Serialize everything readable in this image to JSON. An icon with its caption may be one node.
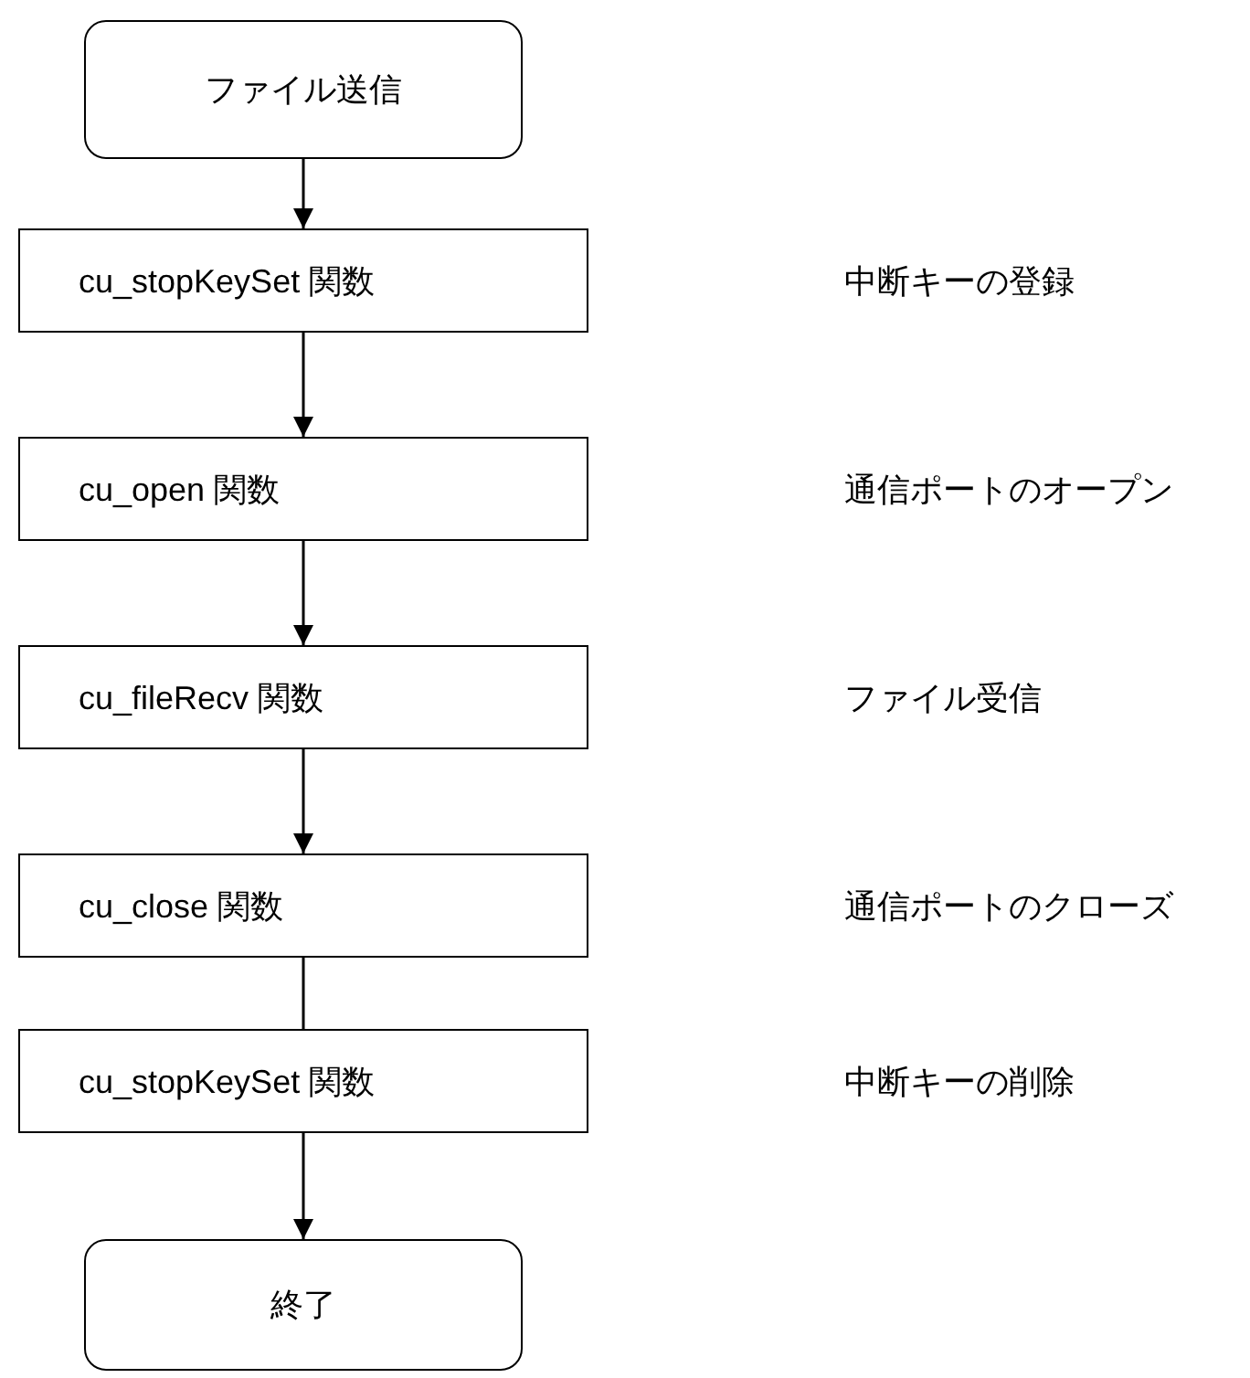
{
  "diagram": {
    "nodes": [
      {
        "text": [
          "ファイル送信"
        ]
      },
      {
        "text": [
          "cu_stopKeySet 関数"
        ]
      },
      {
        "text": [
          "cu_open 関数"
        ]
      },
      {
        "text": [
          "cu_fileRecv 関数"
        ]
      },
      {
        "text": [
          "cu_close 関数"
        ]
      },
      {
        "text": [
          "cu_stopKeySet 関数"
        ]
      },
      {
        "text": [
          "終了"
        ]
      }
    ],
    "edges": [
      {
        "from": 0,
        "to": 1,
        "arrow": "to"
      },
      {
        "from": 1,
        "to": 2,
        "arrow": "to"
      },
      {
        "from": 2,
        "to": 3,
        "arrow": "to"
      },
      {
        "from": 3,
        "to": 4,
        "arrow": "to"
      },
      {
        "from": 4,
        "to": 5,
        "arrow": "none"
      },
      {
        "from": 5,
        "to": 6,
        "arrow": "to"
      }
    ],
    "labels": [
      "中断キーの登録",
      "通信ポートのオープン",
      "ファイル受信",
      "通信ポートのクローズ",
      "中断キーの削除"
    ]
  }
}
